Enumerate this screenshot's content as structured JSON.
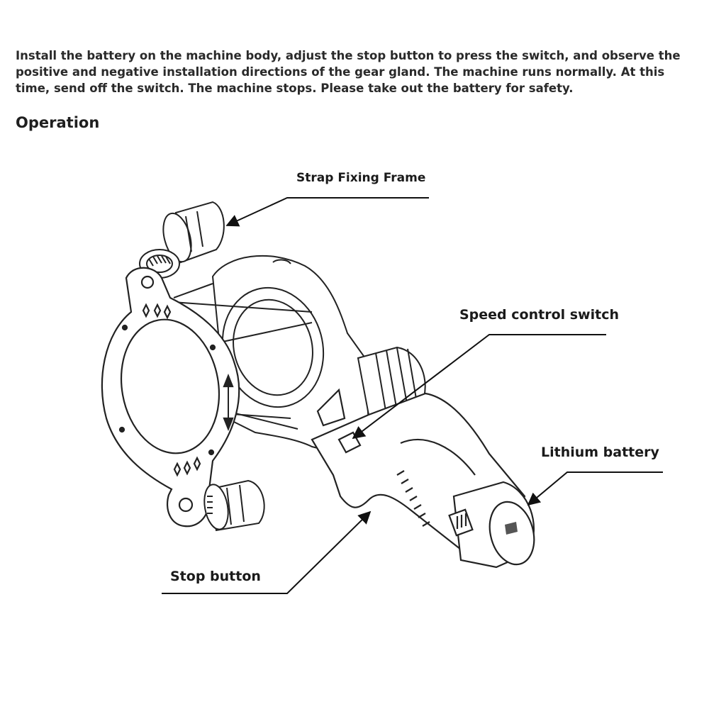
{
  "intro": {
    "text": "Install the battery on the machine body, adjust the stop button to press the switch, and observe the positive and negative installation directions of the gear gland. The machine runs normally. At this time, send off the switch. The machine stops. Please take out the battery for safety."
  },
  "section": {
    "title": "Operation"
  },
  "callouts": {
    "strap_fixing_frame": "Strap Fixing Frame",
    "speed_control_switch": "Speed control switch",
    "lithium_battery": "Lithium battery",
    "stop_button": "Stop button"
  }
}
